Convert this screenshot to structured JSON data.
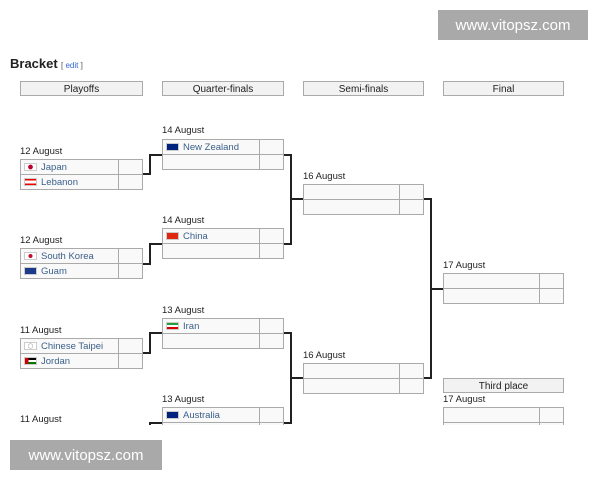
{
  "title": "Bracket",
  "edit_label": "edit",
  "rounds": [
    "Playoffs",
    "Quarter-finals",
    "Semi-finals",
    "Final",
    "Third place"
  ],
  "playoffs": [
    {
      "date": "12 August",
      "teams": [
        "Japan",
        "Lebanon"
      ]
    },
    {
      "date": "12 August",
      "teams": [
        "South Korea",
        "Guam"
      ]
    },
    {
      "date": "11 August",
      "teams": [
        "Chinese Taipei",
        "Jordan"
      ]
    },
    {
      "date": "11 August",
      "teams": [
        "",
        ""
      ]
    }
  ],
  "quarterfinals": [
    {
      "date": "14 August",
      "teams": [
        "New Zealand",
        ""
      ]
    },
    {
      "date": "14 August",
      "teams": [
        "China",
        ""
      ]
    },
    {
      "date": "13 August",
      "teams": [
        "Iran",
        ""
      ]
    },
    {
      "date": "13 August",
      "teams": [
        "Australia",
        ""
      ]
    }
  ],
  "semifinals": [
    {
      "date": "16 August"
    },
    {
      "date": "16 August"
    }
  ],
  "final": {
    "date": "17 August"
  },
  "third_place": {
    "date": "17 August"
  },
  "watermark": "www.vitopsz.com"
}
